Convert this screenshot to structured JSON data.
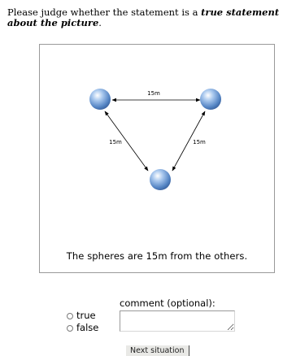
{
  "instruction": {
    "prefix": "Please judge whether the statement is a ",
    "emphasis": "true statement about the picture",
    "suffix": "."
  },
  "picture": {
    "edge_labels": {
      "top": "15m",
      "left": "15m",
      "right": "15m"
    },
    "sphere_color": "#7aa7dc",
    "caption": "The spheres are 15m from the others."
  },
  "answers": {
    "true_label": "true",
    "false_label": "false"
  },
  "comment": {
    "label": "comment (optional):",
    "value": ""
  },
  "next_button": {
    "label": "Next situation"
  }
}
